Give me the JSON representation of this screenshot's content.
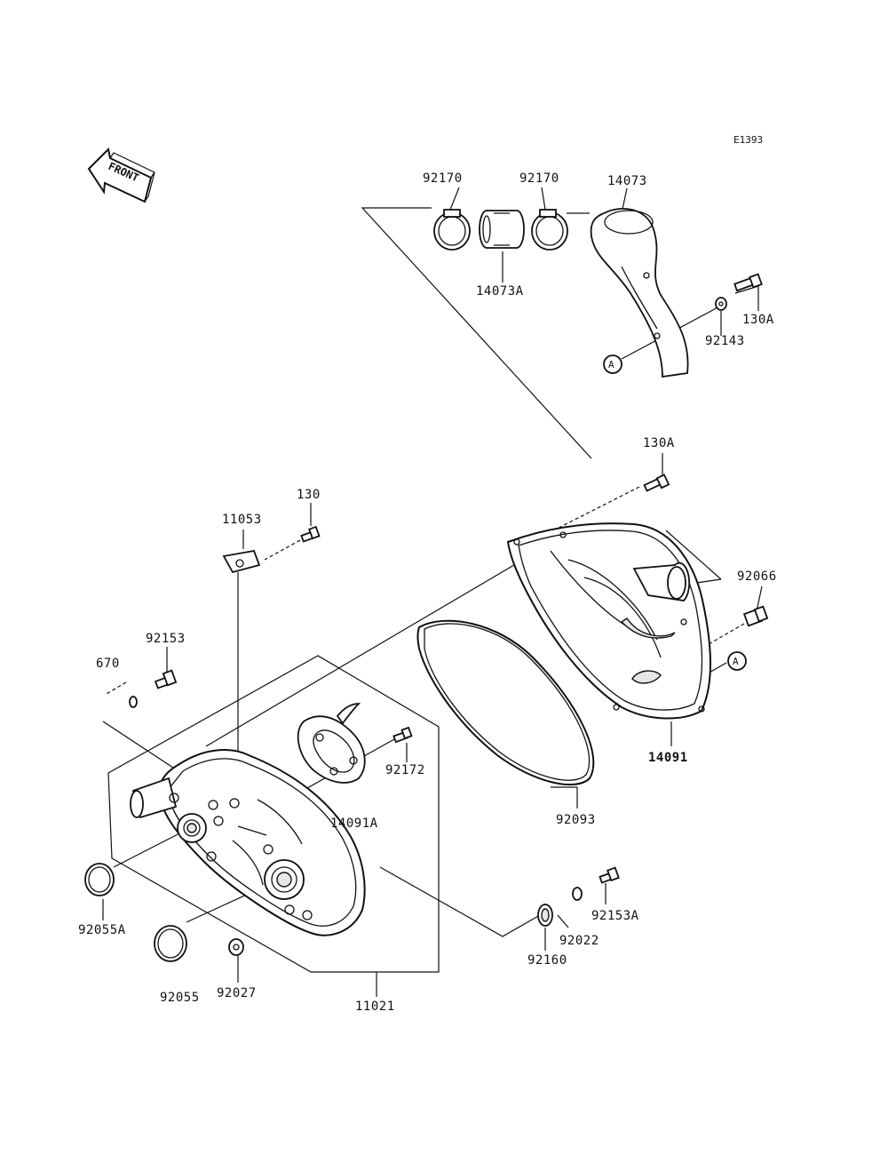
{
  "diagram_code": "E1393",
  "front_label": "FRONT",
  "reference_marker": "A",
  "parts": {
    "p92170_left": "92170",
    "p92170_right": "92170",
    "p14073": "14073",
    "p14073A": "14073A",
    "p92143": "92143",
    "p130A_top": "130A",
    "p130A_mid": "130A",
    "p130": "130",
    "p11053": "11053",
    "p92066": "92066",
    "p14091": "14091",
    "p92153": "92153",
    "p670": "670",
    "p92172": "92172",
    "p14091A": "14091A",
    "p92093": "92093",
    "p92055A": "92055A",
    "p92055": "92055",
    "p92027": "92027",
    "p11021": "11021",
    "p92160": "92160",
    "p92022": "92022",
    "p92153A": "92153A"
  }
}
